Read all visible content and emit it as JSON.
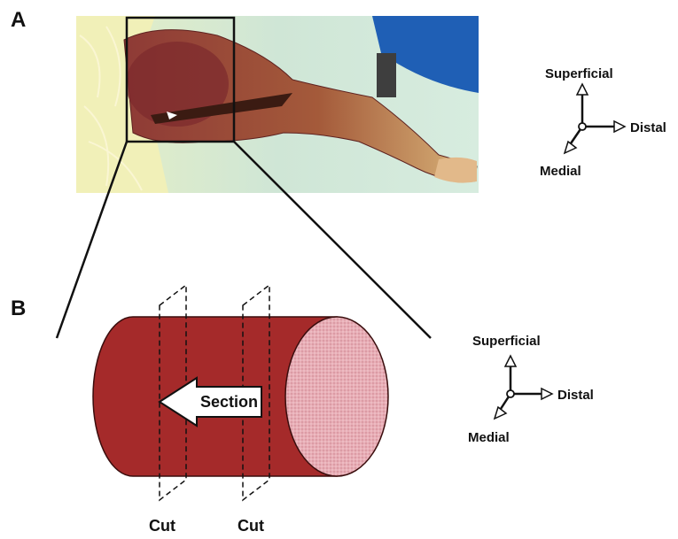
{
  "panels": {
    "a_label": "A",
    "b_label": "B"
  },
  "orientation_top": {
    "superficial": "Superficial",
    "distal": "Distal",
    "medial": "Medial"
  },
  "orientation_bottom": {
    "superficial": "Superficial",
    "distal": "Distal",
    "medial": "Medial"
  },
  "diagram": {
    "section_label": "Section",
    "cut_left": "Cut",
    "cut_right": "Cut",
    "cylinder_color": "#a52a2a",
    "cut_face_color": "#e8aeb6"
  }
}
